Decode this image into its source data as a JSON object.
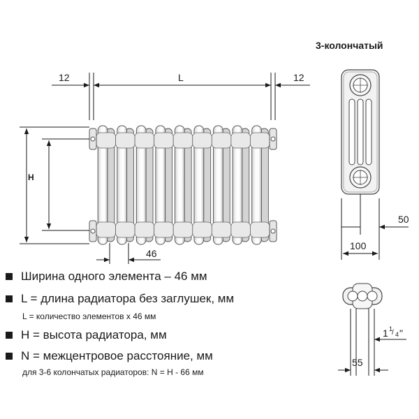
{
  "title": "3-колончатый",
  "dimensions": {
    "left_cap": "12",
    "length": "L",
    "right_cap": "12",
    "height": "H",
    "element_width": "46",
    "depth_top": "50",
    "depth_total": "100",
    "connection": "1¼\"",
    "connection_main": "1",
    "connection_sup": "1",
    "connection_sub": "4",
    "connection_quote": "\"",
    "column_spacing": "55"
  },
  "legend": [
    {
      "text": "Ширина одного элемента – 46 мм",
      "bullet": true
    },
    {
      "text": "L = длина радиатора без заглушек, мм",
      "bullet": true
    },
    {
      "text": "L = количество элементов x 46 мм",
      "bullet": false
    },
    {
      "text": "H = высота радиатора, мм",
      "bullet": true
    },
    {
      "text": "N = межцентровое расстояние, мм",
      "bullet": true
    },
    {
      "text": "для 3-6 колончатых радиаторов: N = H - 66 мм",
      "bullet": false
    }
  ],
  "colors": {
    "line": "#1a1a1a",
    "radiator_fill": "#f4f4f4",
    "radiator_stroke": "#555555",
    "shade": "#d8d8d8"
  }
}
